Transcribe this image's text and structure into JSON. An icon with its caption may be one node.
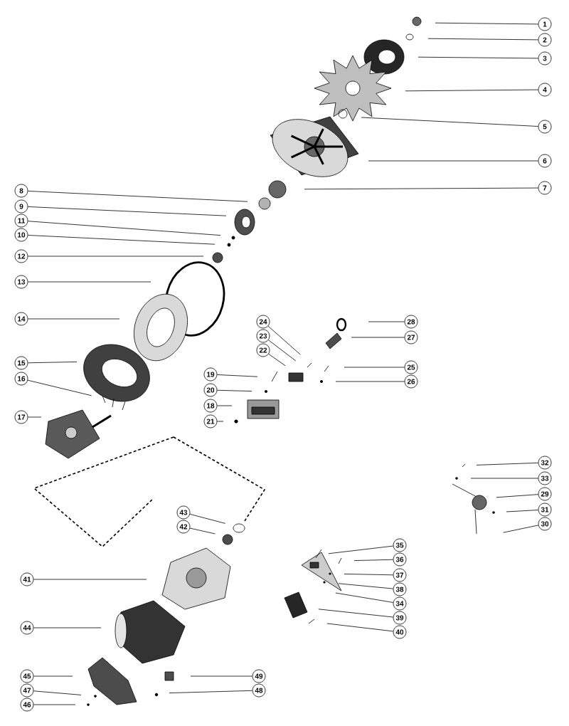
{
  "diagram": {
    "nodes": [
      {
        "text": [
          "1"
        ]
      },
      {
        "text": [
          "2"
        ]
      },
      {
        "text": [
          "3"
        ]
      },
      {
        "text": [
          "4"
        ]
      },
      {
        "text": [
          "5"
        ]
      },
      {
        "text": [
          "6"
        ]
      },
      {
        "text": [
          "7"
        ]
      },
      {
        "text": [
          "8"
        ]
      },
      {
        "text": [
          "9"
        ]
      },
      {
        "text": [
          "11"
        ]
      },
      {
        "text": [
          "10"
        ]
      },
      {
        "text": [
          "12"
        ]
      },
      {
        "text": [
          "13"
        ]
      },
      {
        "text": [
          "14"
        ]
      },
      {
        "text": [
          "15"
        ]
      },
      {
        "text": [
          "16"
        ]
      },
      {
        "text": [
          "17"
        ]
      },
      {
        "text": [
          "24"
        ]
      },
      {
        "text": [
          "23"
        ]
      },
      {
        "text": [
          "22"
        ]
      },
      {
        "text": [
          "28"
        ]
      },
      {
        "text": [
          "27"
        ]
      },
      {
        "text": [
          "25"
        ]
      },
      {
        "text": [
          "26"
        ]
      },
      {
        "text": [
          "19"
        ]
      },
      {
        "text": [
          "20"
        ]
      },
      {
        "text": [
          "18"
        ]
      },
      {
        "text": [
          "21"
        ]
      },
      {
        "text": [
          "32"
        ]
      },
      {
        "text": [
          "33"
        ]
      },
      {
        "text": [
          "29"
        ]
      },
      {
        "text": [
          "31"
        ]
      },
      {
        "text": [
          "30"
        ]
      },
      {
        "text": [
          "43"
        ]
      },
      {
        "text": [
          "42"
        ]
      },
      {
        "text": [
          "35"
        ]
      },
      {
        "text": [
          "36"
        ]
      },
      {
        "text": [
          "37"
        ]
      },
      {
        "text": [
          "38"
        ]
      },
      {
        "text": [
          "34"
        ]
      },
      {
        "text": [
          "39"
        ]
      },
      {
        "text": [
          "40"
        ]
      },
      {
        "text": [
          "41"
        ]
      },
      {
        "text": [
          "44"
        ]
      },
      {
        "text": [
          "45"
        ]
      },
      {
        "text": [
          "47"
        ]
      },
      {
        "text": [
          "46"
        ]
      },
      {
        "text": [
          "49"
        ]
      },
      {
        "text": [
          "48"
        ]
      }
    ],
    "edges": [
      {
        "from": 0,
        "to": null,
        "arrow": "none"
      },
      {
        "from": 1,
        "to": null,
        "arrow": "none"
      },
      {
        "from": 2,
        "to": null,
        "arrow": "none"
      },
      {
        "from": 3,
        "to": null,
        "arrow": "none"
      },
      {
        "from": 4,
        "to": null,
        "arrow": "none"
      },
      {
        "from": 5,
        "to": null,
        "arrow": "none"
      },
      {
        "from": 6,
        "to": null,
        "arrow": "none"
      },
      {
        "from": 7,
        "to": null,
        "arrow": "none"
      },
      {
        "from": 8,
        "to": null,
        "arrow": "none"
      },
      {
        "from": 9,
        "to": null,
        "arrow": "none"
      },
      {
        "from": 10,
        "to": null,
        "arrow": "none"
      },
      {
        "from": 11,
        "to": null,
        "arrow": "none"
      },
      {
        "from": 12,
        "to": null,
        "arrow": "none"
      },
      {
        "from": 13,
        "to": null,
        "arrow": "none"
      },
      {
        "from": 14,
        "to": null,
        "arrow": "none"
      },
      {
        "from": 15,
        "to": null,
        "arrow": "none"
      },
      {
        "from": 16,
        "to": null,
        "arrow": "none"
      },
      {
        "from": 17,
        "to": null,
        "arrow": "none"
      },
      {
        "from": 18,
        "to": null,
        "arrow": "none"
      },
      {
        "from": 19,
        "to": null,
        "arrow": "none"
      },
      {
        "from": 20,
        "to": null,
        "arrow": "none"
      },
      {
        "from": 21,
        "to": null,
        "arrow": "none"
      },
      {
        "from": 22,
        "to": null,
        "arrow": "none"
      },
      {
        "from": 23,
        "to": null,
        "arrow": "none"
      },
      {
        "from": 24,
        "to": null,
        "arrow": "none"
      },
      {
        "from": 25,
        "to": null,
        "arrow": "none"
      },
      {
        "from": 26,
        "to": null,
        "arrow": "none"
      },
      {
        "from": 27,
        "to": null,
        "arrow": "none"
      },
      {
        "from": 28,
        "to": null,
        "arrow": "none"
      },
      {
        "from": 29,
        "to": null,
        "arrow": "none"
      },
      {
        "from": 30,
        "to": null,
        "arrow": "none"
      },
      {
        "from": 31,
        "to": null,
        "arrow": "none"
      },
      {
        "from": 32,
        "to": null,
        "arrow": "none"
      },
      {
        "from": 33,
        "to": null,
        "arrow": "none"
      },
      {
        "from": 34,
        "to": null,
        "arrow": "none"
      },
      {
        "from": 35,
        "to": null,
        "arrow": "none"
      },
      {
        "from": 36,
        "to": null,
        "arrow": "none"
      },
      {
        "from": 37,
        "to": null,
        "arrow": "none"
      },
      {
        "from": 38,
        "to": null,
        "arrow": "none"
      },
      {
        "from": 39,
        "to": null,
        "arrow": "none"
      },
      {
        "from": 40,
        "to": null,
        "arrow": "none"
      },
      {
        "from": 41,
        "to": null,
        "arrow": "none"
      },
      {
        "from": 42,
        "to": null,
        "arrow": "none"
      },
      {
        "from": 43,
        "to": null,
        "arrow": "none"
      },
      {
        "from": 44,
        "to": null,
        "arrow": "none"
      },
      {
        "from": 45,
        "to": null,
        "arrow": "none"
      },
      {
        "from": 46,
        "to": null,
        "arrow": "none"
      },
      {
        "from": 47,
        "to": null,
        "arrow": "none"
      },
      {
        "from": 48,
        "to": null,
        "arrow": "none"
      }
    ]
  }
}
